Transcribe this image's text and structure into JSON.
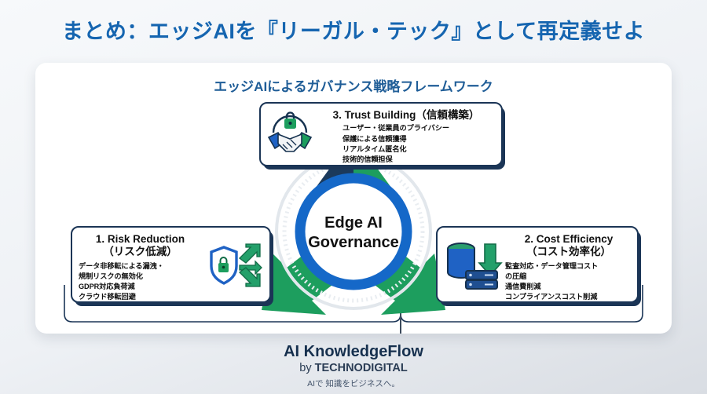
{
  "page": {
    "title": "まとめ：エッジAIを『リーガル・テック』として再定義せよ",
    "title_color": "#1565b0"
  },
  "card": {
    "subtitle": "エッジAIによるガバナンス戦略フレームワーク",
    "subtitle_color": "#1f5d97"
  },
  "hub": {
    "line1": "Edge AI",
    "line2": "Governance",
    "ring_color": "#1568c8",
    "arrow_navy": "#1b3a5c",
    "arrow_green": "#1d9e5e"
  },
  "nodes": [
    {
      "id": "trust",
      "icon": "handshake-lock-icon",
      "heading": "3. Trust Building（信頼構築）",
      "lines": [
        "ユーザー・従業員のプライバシー",
        "保護による信頼獲得",
        "リアルタイム匿名化",
        "技術的信頼担保"
      ]
    },
    {
      "id": "risk",
      "icon": "shield-lock-arrows-icon",
      "heading_en": "1. Risk Reduction",
      "heading_jp": "（リスク低減）",
      "lines": [
        "データ非移転による漏洩・",
        "規制リスクの無効化",
        "GDPR対応負荷減",
        "クラウド移転回避"
      ]
    },
    {
      "id": "cost",
      "icon": "database-download-icon",
      "heading_en": "2. Cost Efficiency",
      "heading_jp": "（コスト効率化）",
      "lines": [
        "監査対応・データ管理コスト",
        "の圧縮",
        "通信費削減",
        "コンプライアンスコスト削減"
      ]
    }
  ],
  "footer": {
    "brand": "AI KnowledgeFlow",
    "by_prefix": "by ",
    "by_name": "TECHNODIGITAL",
    "tagline": "AIで 知識をビジネスへ。"
  }
}
